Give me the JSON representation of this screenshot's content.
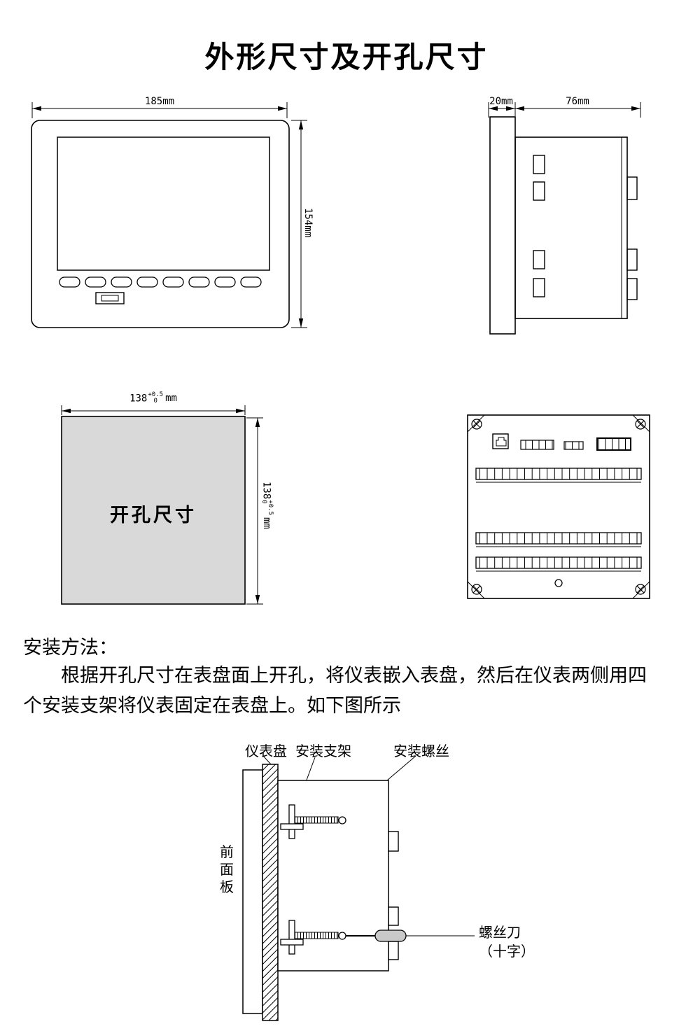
{
  "title": "外形尺寸及开孔尺寸",
  "front_view": {
    "width_label": "185mm",
    "height_label": "154mm"
  },
  "side_view": {
    "flange_depth_label": "20mm",
    "body_depth_label": "76mm"
  },
  "cutout": {
    "label": "开孔尺寸",
    "dim_value": "138",
    "tol_plus": "+0.5",
    "tol_minus": "0",
    "unit": "mm"
  },
  "install": {
    "heading": "安装方法：",
    "paragraph": "根据开孔尺寸在表盘面上开孔，将仪表嵌入表盘，然后在仪表两侧用四个安装支架将仪表固定在表盘上。如下图所示",
    "labels": {
      "panel": "仪表盘",
      "bracket": "安装支架",
      "screw": "安装螺丝",
      "front_panel": "前面板",
      "screwdriver_line1": "螺丝刀",
      "screwdriver_line2": "（十字）"
    }
  },
  "colors": {
    "line": "#000000",
    "cutout_fill": "#d9d9d9",
    "handle_fill": "#c9c9c9"
  }
}
